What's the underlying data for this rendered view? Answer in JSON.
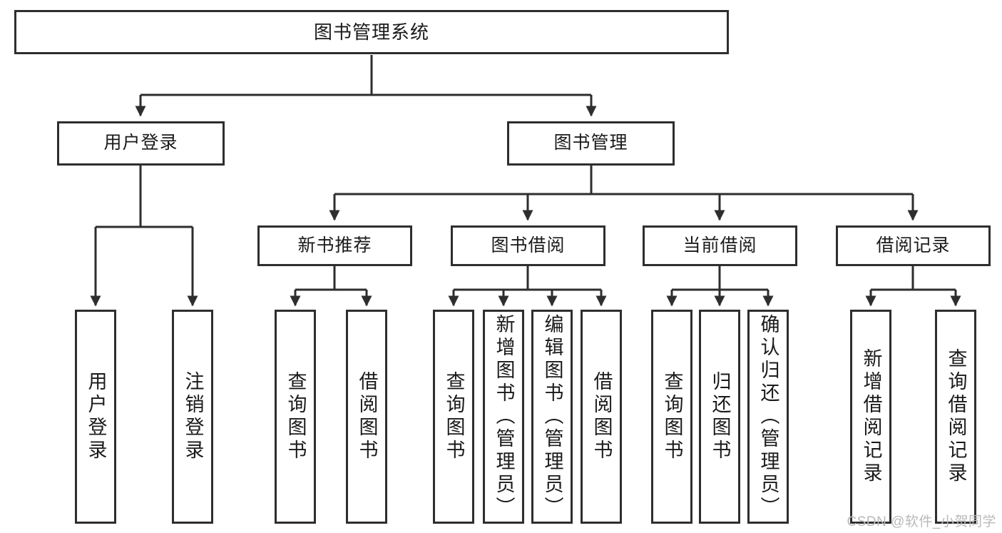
{
  "diagram": {
    "title": "图书管理系统",
    "watermark": "CSDN @软件_小贺同学",
    "stroke_color": "#2e2e2e",
    "background_color": "#ffffff",
    "text_color": "#1a1a1a",
    "watermark_color": "#b9b9b9",
    "type": "tree-hierarchy-diagram",
    "levels": [
      {
        "level": 1,
        "nodes": [
          {
            "id": "root",
            "label": "图书管理系统",
            "orientation": "horizontal"
          }
        ]
      },
      {
        "level": 2,
        "nodes": [
          {
            "id": "user-login",
            "label": "用户登录",
            "orientation": "horizontal",
            "parent": "root"
          },
          {
            "id": "book-manage",
            "label": "图书管理",
            "orientation": "horizontal",
            "parent": "root"
          }
        ]
      },
      {
        "level": 3,
        "nodes": [
          {
            "id": "new-book-recommend",
            "label": "新书推荐",
            "orientation": "horizontal",
            "parent": "book-manage"
          },
          {
            "id": "book-borrow",
            "label": "图书借阅",
            "orientation": "horizontal",
            "parent": "book-manage"
          },
          {
            "id": "current-borrow",
            "label": "当前借阅",
            "orientation": "horizontal",
            "parent": "book-manage"
          },
          {
            "id": "borrow-record",
            "label": "借阅记录",
            "orientation": "horizontal",
            "parent": "book-manage"
          }
        ]
      },
      {
        "level": 4,
        "nodes": [
          {
            "id": "leaf-user-login",
            "label": "用户登录",
            "orientation": "vertical",
            "parent": "user-login"
          },
          {
            "id": "leaf-logout",
            "label": "注销登录",
            "orientation": "vertical",
            "parent": "user-login"
          },
          {
            "id": "leaf-query-book-1",
            "label": "查询图书",
            "orientation": "vertical",
            "parent": "new-book-recommend"
          },
          {
            "id": "leaf-borrow-book-1",
            "label": "借阅图书",
            "orientation": "vertical",
            "parent": "new-book-recommend"
          },
          {
            "id": "leaf-query-book-2",
            "label": "查询图书",
            "orientation": "vertical",
            "parent": "book-borrow"
          },
          {
            "id": "leaf-add-book",
            "label": "新增图书（管理员）",
            "orientation": "vertical",
            "parent": "book-borrow"
          },
          {
            "id": "leaf-edit-book",
            "label": "编辑图书（管理员）",
            "orientation": "vertical",
            "parent": "book-borrow"
          },
          {
            "id": "leaf-borrow-book-2",
            "label": "借阅图书",
            "orientation": "vertical",
            "parent": "book-borrow"
          },
          {
            "id": "leaf-query-book-3",
            "label": "查询图书",
            "orientation": "vertical",
            "parent": "current-borrow"
          },
          {
            "id": "leaf-return-book",
            "label": "归还图书",
            "orientation": "vertical",
            "parent": "current-borrow"
          },
          {
            "id": "leaf-confirm-return",
            "label": "确认归还（管理员）",
            "orientation": "vertical",
            "parent": "current-borrow"
          },
          {
            "id": "leaf-add-record",
            "label": "新增借阅记录",
            "orientation": "vertical",
            "parent": "borrow-record"
          },
          {
            "id": "leaf-query-record",
            "label": "查询借阅记录",
            "orientation": "vertical",
            "parent": "borrow-record"
          }
        ]
      }
    ]
  }
}
